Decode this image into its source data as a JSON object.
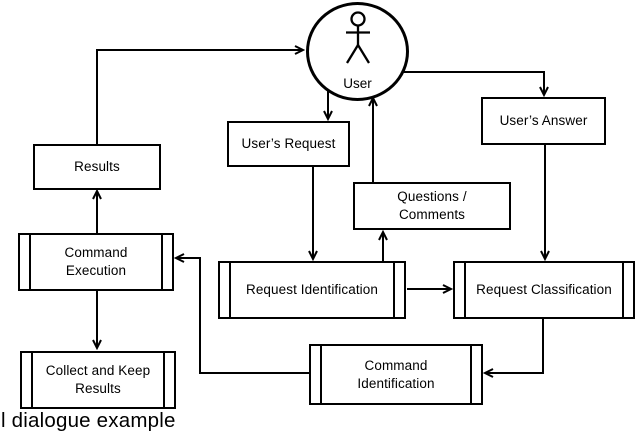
{
  "figure": {
    "caption": "l dialogue example"
  },
  "diagram": {
    "actor": {
      "label": "User"
    },
    "nodes": {
      "results": {
        "label": "Results"
      },
      "users_request": {
        "label": "User’s Request"
      },
      "users_answer": {
        "label": "User’s Answer"
      },
      "questions_comments": {
        "label": "Questions /\nComments"
      },
      "command_execution": {
        "label": "Command\nExecution"
      },
      "request_identification": {
        "label": "Request Identification"
      },
      "request_classification": {
        "label": "Request Classification"
      },
      "command_identification": {
        "label": "Command\nIdentification"
      },
      "collect_keep_results": {
        "label": "Collect and Keep\nResults"
      }
    },
    "edges": [
      {
        "from": "Results",
        "to": "User"
      },
      {
        "from": "User",
        "to": "User’s Request"
      },
      {
        "from": "User’s Request",
        "to": "Request Identification"
      },
      {
        "from": "Request Identification",
        "to": "Questions / Comments"
      },
      {
        "from": "Questions / Comments",
        "to": "User"
      },
      {
        "from": "User",
        "to": "User’s Answer"
      },
      {
        "from": "User’s Answer",
        "to": "Request Classification"
      },
      {
        "from": "Request Identification",
        "to": "Request Classification"
      },
      {
        "from": "Request Classification",
        "to": "Command Identification"
      },
      {
        "from": "Command Identification",
        "to": "Command Execution"
      },
      {
        "from": "Command Execution",
        "to": "Results"
      },
      {
        "from": "Command Execution",
        "to": "Collect and Keep Results"
      }
    ],
    "colors": {
      "line": "#000000",
      "background": "#ffffff"
    }
  }
}
